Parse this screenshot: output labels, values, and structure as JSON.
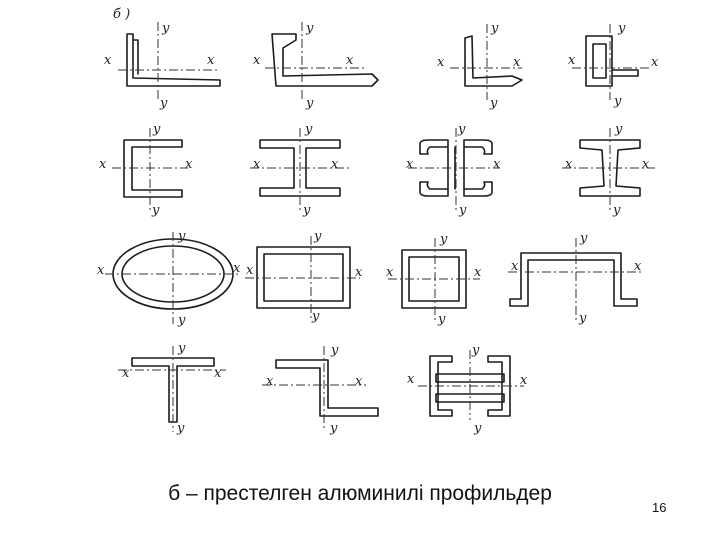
{
  "figure": {
    "panel_label": "б )",
    "x_label": "x",
    "y_label": "y"
  },
  "caption": "б – престелген алюминилі профильдер",
  "slide_number": "16"
}
